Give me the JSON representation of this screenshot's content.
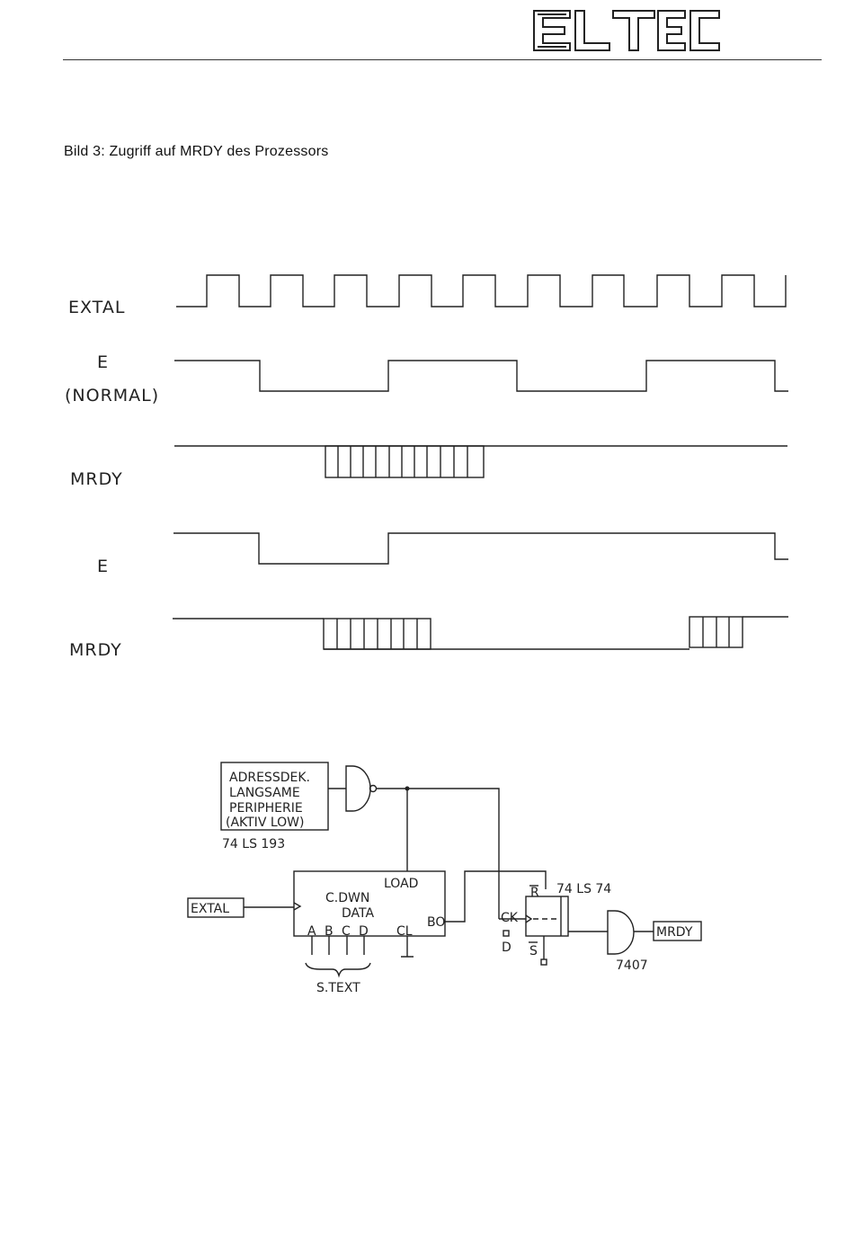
{
  "header": {
    "logo_text": "ELTEC"
  },
  "figure": {
    "caption": "Bild 3: Zugriff auf MRDY des Prozessors"
  },
  "timing": {
    "labels": {
      "extal": "EXTAL",
      "e_normal_1": "E",
      "e_normal_2": "(NORMAL)",
      "mrdy_1": "MRDY",
      "e_stretched": "E",
      "mrdy_2": "MRDY"
    }
  },
  "circuit": {
    "address_decoder": [
      "ADRESSDEK.",
      "LANGSAME",
      "PERIPHERIE",
      "(AKTIV LOW)"
    ],
    "counter_part": "74 LS 193",
    "counter_load": "LOAD",
    "counter_func_1": "C.DWN",
    "counter_func_2": "DATA",
    "counter_inputs": [
      "A",
      "B",
      "C",
      "D"
    ],
    "counter_cl": "CL",
    "counter_bo": "BO",
    "extal_input": "EXTAL",
    "preset_note": "S.TEXT",
    "ff_part": "74 LS 74",
    "ff_reset": "R",
    "ff_set": "S",
    "ff_clock": "CK",
    "ff_data": "D",
    "gate_part": "7407",
    "mrdy_output": "MRDY"
  }
}
